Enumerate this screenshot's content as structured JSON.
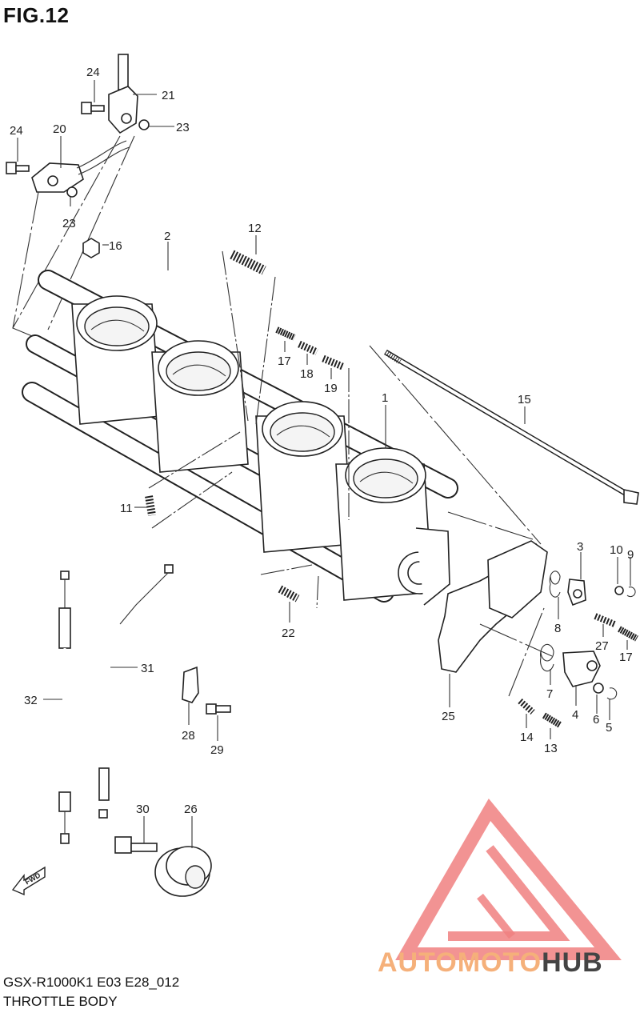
{
  "figure": {
    "title": "FIG.12",
    "footer_code": "GSX-R1000K1 E03 E28_012",
    "footer_name": "THROTTLE BODY",
    "fwd_label": "FWD"
  },
  "watermark": {
    "part1": "AUTOMOTO",
    "part2": "HUB",
    "color_primary": "#f08080",
    "color_secondary": "#f5c48a",
    "color_hub": "#444444"
  },
  "callouts": [
    {
      "id": "c1",
      "label": "1"
    },
    {
      "id": "c2",
      "label": "2"
    },
    {
      "id": "c3",
      "label": "3"
    },
    {
      "id": "c4",
      "label": "4"
    },
    {
      "id": "c5",
      "label": "5"
    },
    {
      "id": "c6",
      "label": "6"
    },
    {
      "id": "c7",
      "label": "7"
    },
    {
      "id": "c8",
      "label": "8"
    },
    {
      "id": "c9",
      "label": "9"
    },
    {
      "id": "c10",
      "label": "10"
    },
    {
      "id": "c11",
      "label": "11"
    },
    {
      "id": "c12",
      "label": "12"
    },
    {
      "id": "c13",
      "label": "13"
    },
    {
      "id": "c14",
      "label": "14"
    },
    {
      "id": "c15",
      "label": "15"
    },
    {
      "id": "c16",
      "label": "16"
    },
    {
      "id": "c17a",
      "label": "17"
    },
    {
      "id": "c17b",
      "label": "17"
    },
    {
      "id": "c18",
      "label": "18"
    },
    {
      "id": "c19",
      "label": "19"
    },
    {
      "id": "c20",
      "label": "20"
    },
    {
      "id": "c21",
      "label": "21"
    },
    {
      "id": "c22",
      "label": "22"
    },
    {
      "id": "c23a",
      "label": "23"
    },
    {
      "id": "c23b",
      "label": "23"
    },
    {
      "id": "c24a",
      "label": "24"
    },
    {
      "id": "c24b",
      "label": "24"
    },
    {
      "id": "c25",
      "label": "25"
    },
    {
      "id": "c26",
      "label": "26"
    },
    {
      "id": "c27",
      "label": "27"
    },
    {
      "id": "c28",
      "label": "28"
    },
    {
      "id": "c29",
      "label": "29"
    },
    {
      "id": "c30",
      "label": "30"
    },
    {
      "id": "c31",
      "label": "31"
    },
    {
      "id": "c32",
      "label": "32"
    }
  ]
}
